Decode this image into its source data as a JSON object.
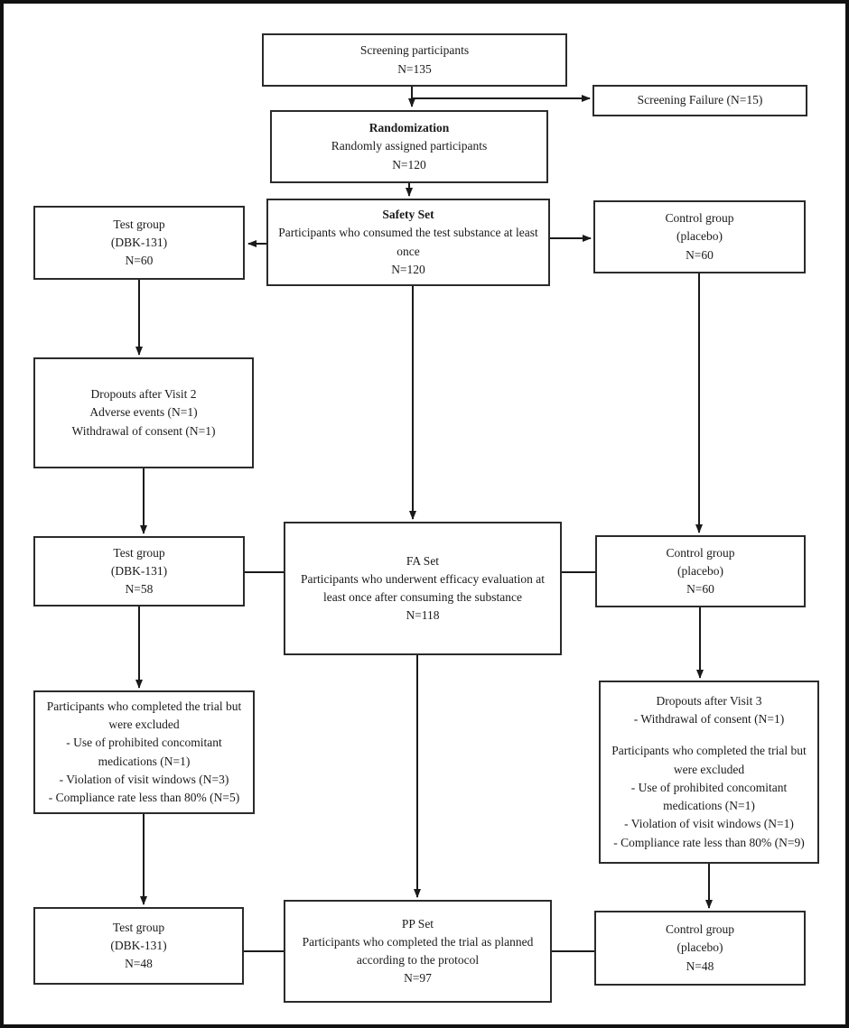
{
  "boxes": {
    "screening": {
      "lines": [
        "Screening participants",
        "N=135"
      ]
    },
    "screening_failure": {
      "lines": [
        "Screening Failure (N=15)"
      ]
    },
    "randomization": {
      "title": "Randomization",
      "lines": [
        "Randomly assigned participants",
        "N=120"
      ]
    },
    "safety_set": {
      "title": "Safety Set",
      "lines": [
        "Participants who consumed the test substance at least once",
        "N=120"
      ]
    },
    "test_group_safety": {
      "lines": [
        "Test group",
        "(DBK-131)",
        "N=60"
      ]
    },
    "control_group_safety": {
      "lines": [
        "Control group",
        "(placebo)",
        "N=60"
      ]
    },
    "dropouts_visit2": {
      "lines": [
        "Dropouts after Visit 2",
        "Adverse events (N=1)",
        "Withdrawal of consent (N=1)"
      ]
    },
    "test_group_fa": {
      "lines": [
        "Test group",
        "(DBK-131)",
        "N=58"
      ]
    },
    "fa_set": {
      "lines": [
        "FA Set",
        "Participants who underwent efficacy evaluation at least once after consuming the substance",
        "N=118"
      ]
    },
    "control_group_fa": {
      "lines": [
        "Control group",
        "(placebo)",
        "N=60"
      ]
    },
    "excluded_test": {
      "lines": [
        "Participants who completed the trial but were excluded",
        "- Use of prohibited concomitant medications (N=1)",
        "- Violation of visit windows (N=3)",
        "- Compliance rate less than 80% (N=5)"
      ]
    },
    "dropouts_visit3": {
      "lines": [
        "Dropouts after Visit 3",
        "- Withdrawal of consent (N=1)",
        "",
        "Participants who completed the trial but were excluded",
        "- Use of prohibited concomitant medications (N=1)",
        "- Violation of visit windows (N=1)",
        "- Compliance rate less than 80% (N=9)"
      ]
    },
    "test_group_pp": {
      "lines": [
        "Test group",
        "(DBK-131)",
        "N=48"
      ]
    },
    "pp_set": {
      "lines": [
        "PP Set",
        "Participants who completed the trial as planned according to the protocol",
        "N=97"
      ]
    },
    "control_group_pp": {
      "lines": [
        "Control group",
        "(placebo)",
        "N=48"
      ]
    }
  },
  "colors": {
    "line": "#1a1a1a",
    "box_border": "#2b2b2b",
    "background": "#ffffff",
    "text": "#1a1a1a"
  }
}
